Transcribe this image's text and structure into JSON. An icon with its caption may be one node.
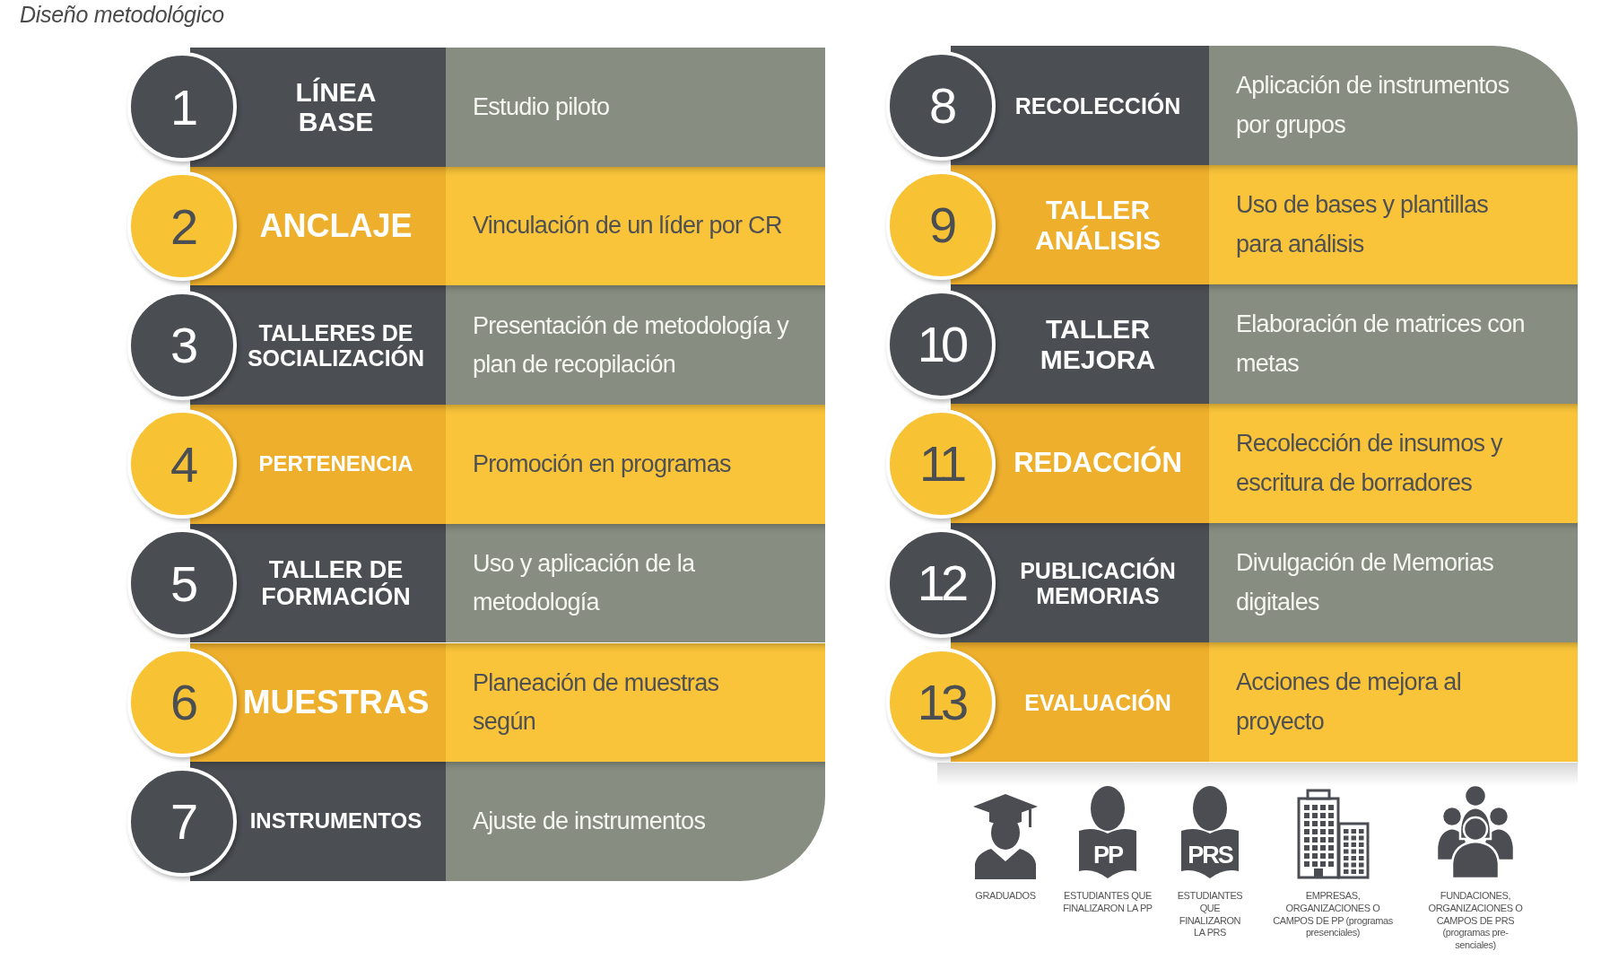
{
  "diagram": {
    "title": "Diseño metodológico",
    "nodes": [
      {
        "text": [
          "1",
          "LÍNEA BASE",
          "Estudio piloto"
        ]
      },
      {
        "text": [
          "2",
          "ANCLAJE",
          "Vinculación de un líder por CR"
        ]
      },
      {
        "text": [
          "3",
          "TALLERES DE SOCIALIZACIÓN",
          "Presentación de metodología y plan de recopilación"
        ]
      },
      {
        "text": [
          "4",
          "PERTENENCIA",
          "Promoción en programas"
        ]
      },
      {
        "text": [
          "5",
          "TALLER DE FORMACIÓN",
          "Uso y aplicación de la metodología"
        ]
      },
      {
        "text": [
          "6",
          "MUESTRAS",
          "Planeación de muestras según"
        ]
      },
      {
        "text": [
          "7",
          "INSTRUMENTOS",
          "Ajuste de instrumentos"
        ]
      },
      {
        "text": [
          "8",
          "RECOLECCIÓN",
          "Aplicación de instrumentos por grupos"
        ]
      },
      {
        "text": [
          "9",
          "TALLER ANÁLISIS",
          "Uso de bases y plantillas para análisis"
        ]
      },
      {
        "text": [
          "10",
          "TALLER MEJORA",
          "Elaboración de matrices con metas"
        ]
      },
      {
        "text": [
          "11",
          "REDACCIÓN",
          "Recolección de insumos y escritura de borradores"
        ]
      },
      {
        "text": [
          "12",
          "PUBLICACIÓN MEMORIAS",
          "Divulgación de Memorias digitales"
        ]
      },
      {
        "text": [
          "13",
          "EVALUACIÓN",
          "Acciones de mejora al proyecto"
        ]
      }
    ],
    "labels": [
      "PP",
      "PRS",
      "GRADUADOS",
      "ESTUDIANTES QUE FINALIZARON LA PP",
      "ESTUDIANTES QUE FINALIZARON LA PRS",
      "EMPRESAS, ORGANIZACIONES O CAMPOS DE PP (programas presenciales)",
      "FUNDACIONES, ORGANIZACIONES O CAMPOS DE PRS (programas pre- senciales)"
    ]
  }
}
